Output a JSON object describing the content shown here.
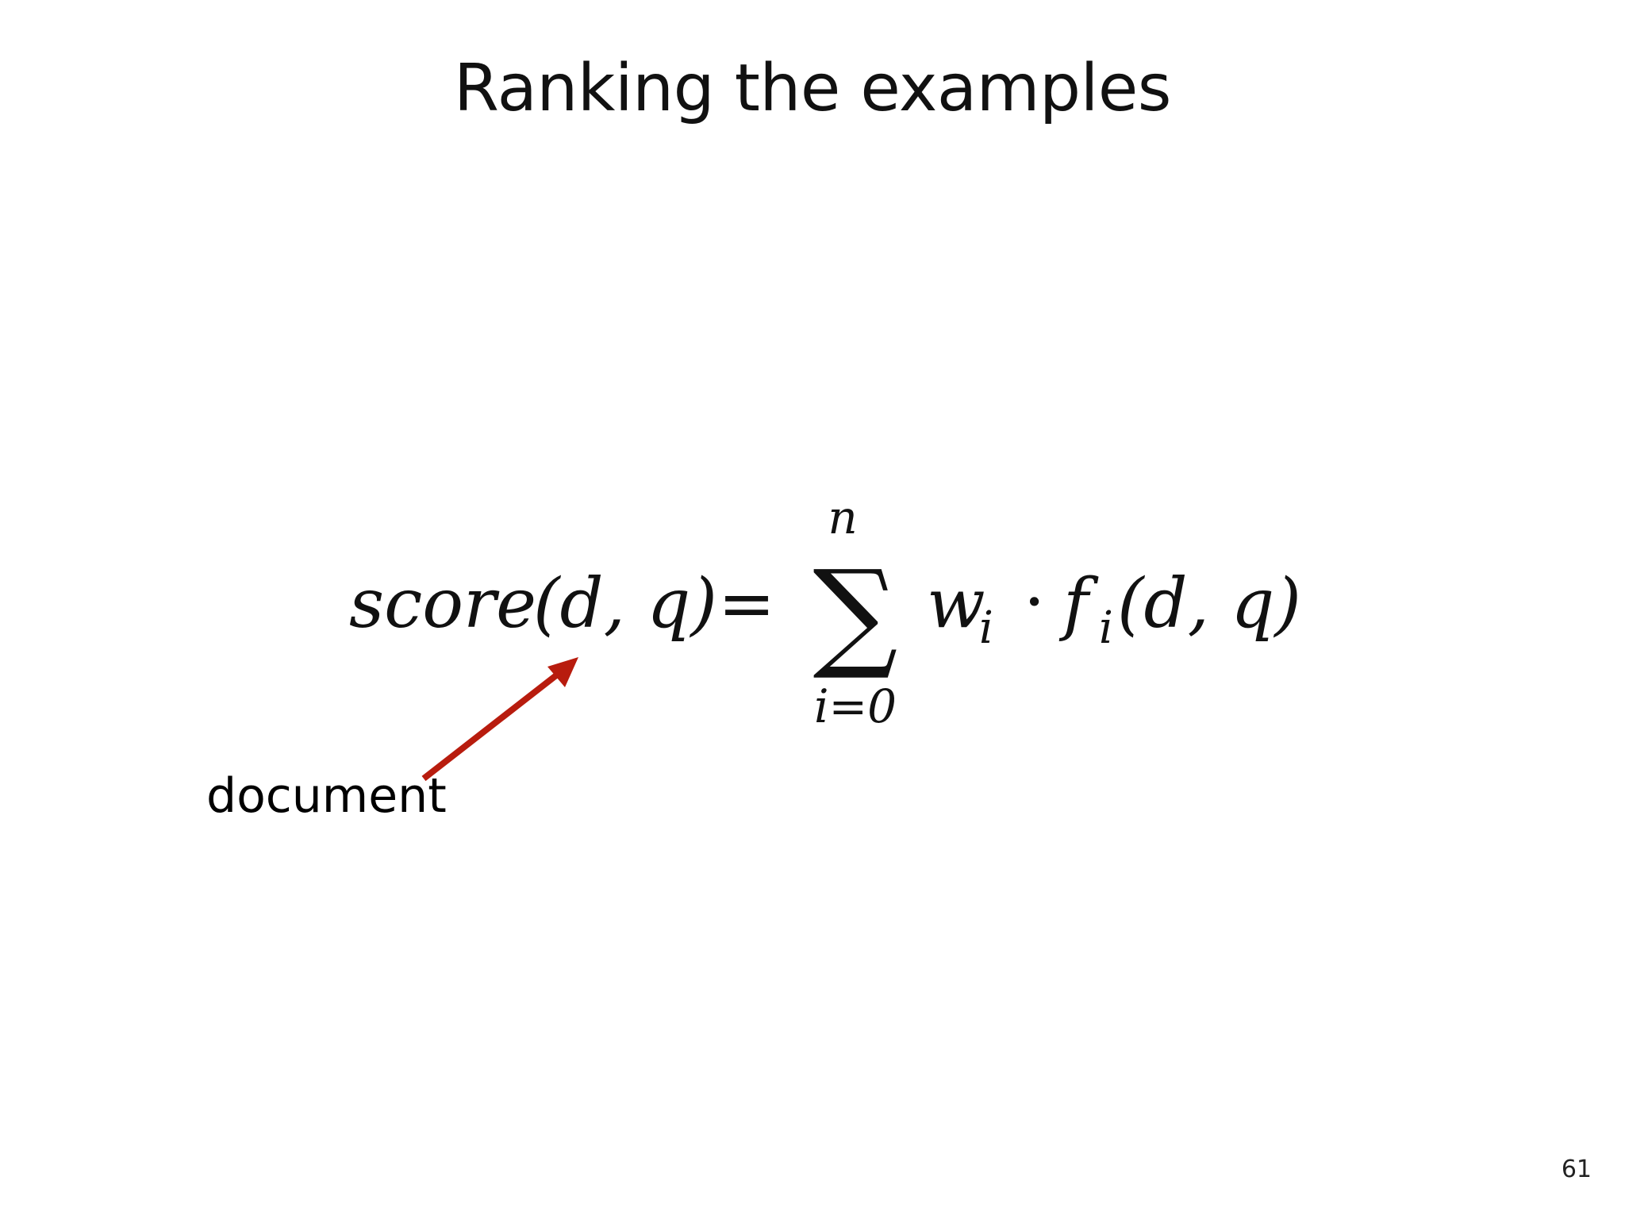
{
  "slide": {
    "title": "Ranking the examples",
    "page_number": "61"
  },
  "formula": {
    "lhs_func": "score",
    "lhs_args": "(d, q)",
    "equals": "=",
    "sum_symbol": "∑",
    "sum_upper": "n",
    "sum_lower": "i=0",
    "weight": "w",
    "weight_sub": "i",
    "dot": "·",
    "feature": "f",
    "feature_sub": "i",
    "feature_args": "(d, q)"
  },
  "annotation": {
    "label": "document",
    "arrow_color": "#B81C0E"
  }
}
